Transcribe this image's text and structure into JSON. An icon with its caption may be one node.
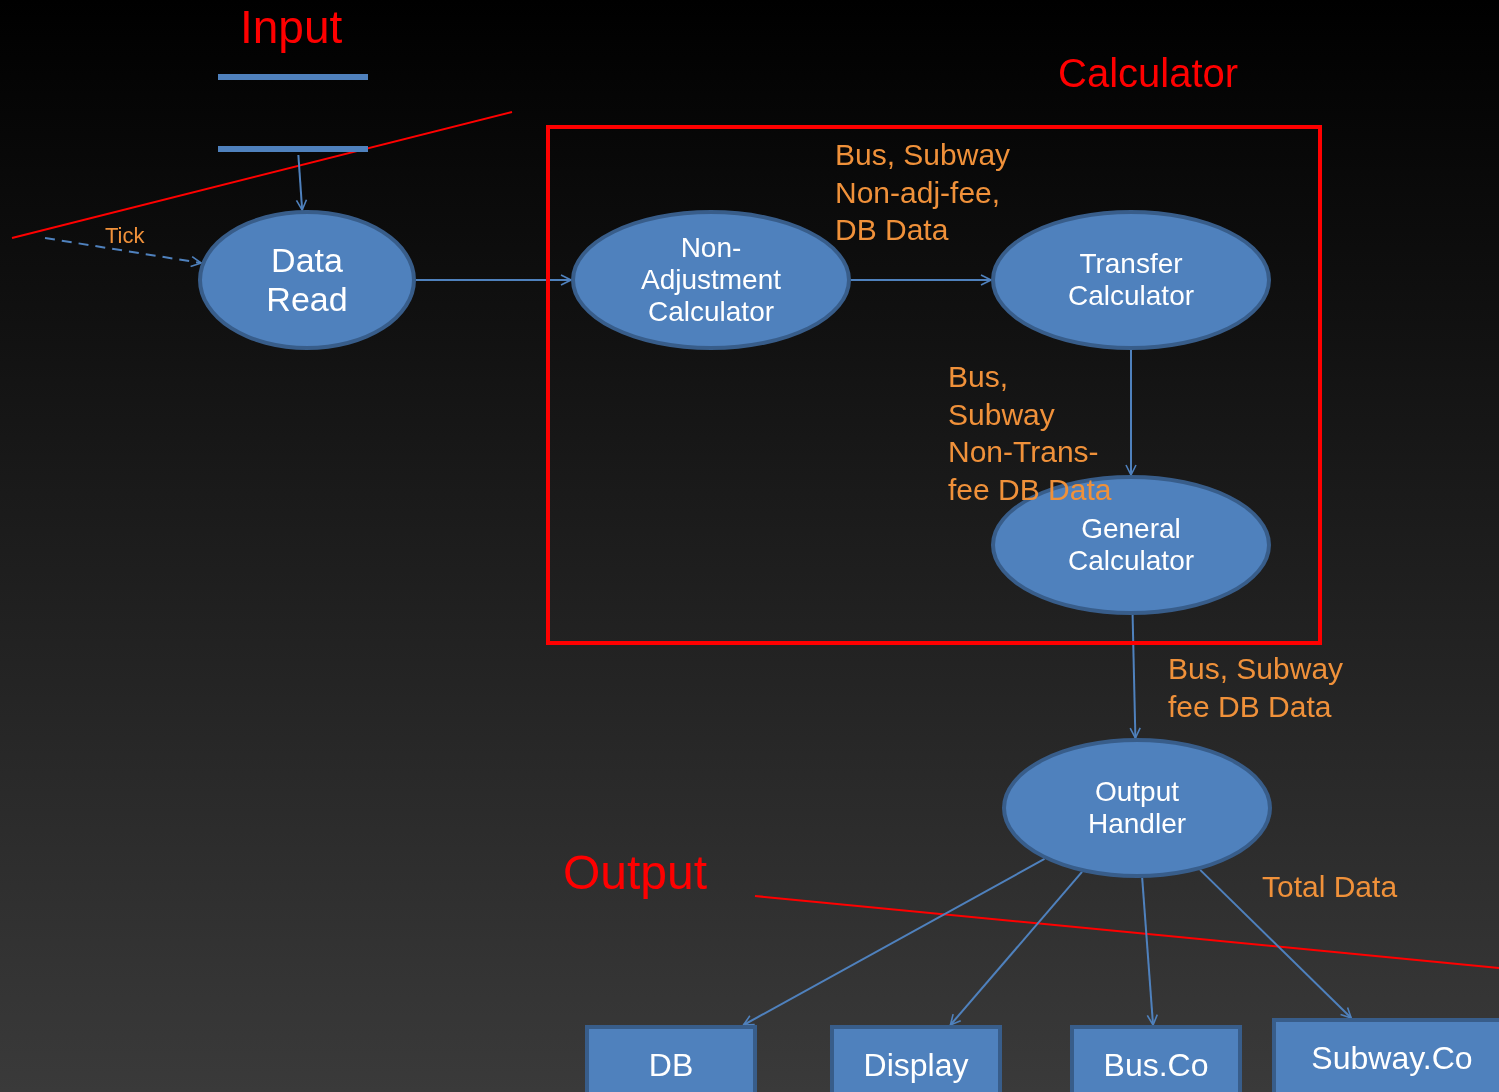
{
  "diagram": {
    "nodes": [
      {
        "text": [
          "Input"
        ]
      },
      {
        "text": [
          "Data Read"
        ]
      },
      {
        "text": [
          "Calculator"
        ]
      },
      {
        "text": [
          "Non-Adjustment Calculator"
        ],
        "in": 2
      },
      {
        "text": [
          "Transfer Calculator"
        ],
        "in": 2
      },
      {
        "text": [
          "General Calculator"
        ],
        "in": 2
      },
      {
        "text": [
          "Output Handler"
        ]
      },
      {
        "text": [
          "DB"
        ]
      },
      {
        "text": [
          "Display"
        ]
      },
      {
        "text": [
          "Bus.Co"
        ]
      },
      {
        "text": [
          "Subway.Co"
        ]
      }
    ],
    "edges": [
      {
        "from": 0,
        "to": 1,
        "arrow": "to"
      },
      {
        "from": null,
        "to": 1,
        "arrow": "to",
        "label": "Tick",
        "style": "dashed"
      },
      {
        "from": 1,
        "to": 3,
        "arrow": "to"
      },
      {
        "from": 3,
        "to": 4,
        "arrow": "to",
        "label": "Bus, Subway Non-adj-fee, DB Data"
      },
      {
        "from": 4,
        "to": 5,
        "arrow": "to",
        "label": "Bus, Subway Non-Trans-fee DB Data"
      },
      {
        "from": 5,
        "to": 6,
        "arrow": "to",
        "label": "Bus, Subway fee DB Data"
      },
      {
        "from": 6,
        "to": 7,
        "arrow": "to"
      },
      {
        "from": 6,
        "to": 8,
        "arrow": "to"
      },
      {
        "from": 6,
        "to": 9,
        "arrow": "to"
      },
      {
        "from": 6,
        "to": 10,
        "arrow": "to"
      }
    ],
    "labels": [
      "Output",
      "Total Data"
    ]
  }
}
